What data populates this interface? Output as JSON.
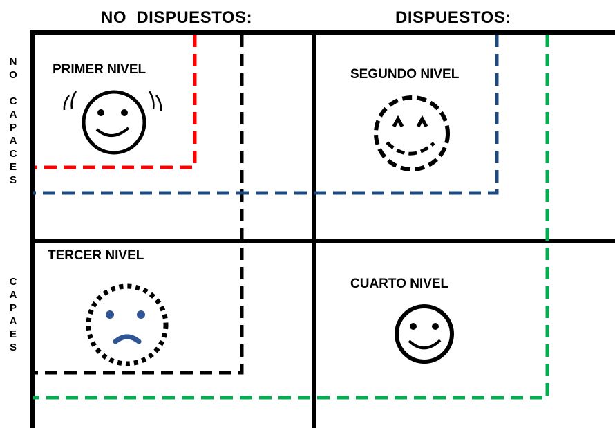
{
  "headers": {
    "left": "NO  DISPUESTOS:",
    "right": "DISPUESTOS:"
  },
  "rows": {
    "top": "N\nO\n\nC\nA\nP\nA\nC\nE\nS",
    "bottom": "C\nA\nP\nA\nE\nS"
  },
  "quadrants": {
    "top_left": "PRIMER NIVEL",
    "top_right": "SEGUNDO NIVEL",
    "bottom_left": "TERCER NIVEL",
    "bottom_right": "CUARTO NIVEL"
  },
  "colors": {
    "red": "#ff0000",
    "blue": "#1f497d",
    "green": "#00b050",
    "black": "#000000",
    "sad_face_blue": "#2f5597"
  },
  "icons": {
    "top_left": "anxious-face-icon",
    "top_right": "dashed-smiling-face-icon",
    "bottom_left": "dotted-sad-face-icon",
    "bottom_right": "smiling-face-icon"
  }
}
